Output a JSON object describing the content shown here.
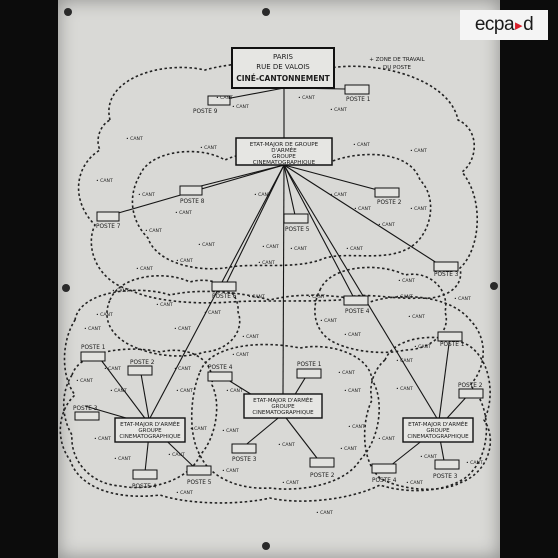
{
  "logo": {
    "part1": "ecpa",
    "part2": "▸",
    "part3": "d"
  },
  "diagram": {
    "hq": {
      "lines": [
        "PARIS",
        "RUE DE VALOIS",
        "CINÉ-CANTONNEMENT"
      ]
    },
    "legend": {
      "lines": [
        "+ ZONE DE TRAVAIL",
        "DU POSTE"
      ]
    },
    "group_hq": {
      "lines": [
        "ETAT-MAJOR DE GROUPE",
        "D'ARMÉE",
        "GROUPE",
        "CINEMATOGRAPHIQUE"
      ]
    },
    "army_hq": [
      {
        "lines": [
          "ETAT-MAJOR D'ARMÉE",
          "GROUPE",
          "CINEMATOGRAPHIQUE"
        ]
      },
      {
        "lines": [
          "ETAT-MAJOR D'ARMÉE",
          "GROUPE",
          "CINEMATOGRAPHIQUE"
        ]
      },
      {
        "lines": [
          "ETAT-MAJOR D'ARMÉE",
          "GROUPE",
          "CINEMATOGRAPHIQUE"
        ]
      }
    ],
    "posts": [
      "POSTE 9",
      "POSTE 1",
      "POSTE 8",
      "POSTE 7",
      "POSTE 2",
      "POSTE 5",
      "POSTE 6",
      "POSTE 4",
      "POSTE 3",
      "POSTE 1",
      "POSTE 2",
      "POSTE 3",
      "POSTE 4",
      "POSTE 5",
      "POSTE 4",
      "POSTE 1",
      "POSTE 3",
      "POSTE 2",
      "POSTE 1",
      "POSTE 2",
      "POSTE 4",
      "POSTE 3"
    ],
    "cant_label": "• CANT"
  }
}
